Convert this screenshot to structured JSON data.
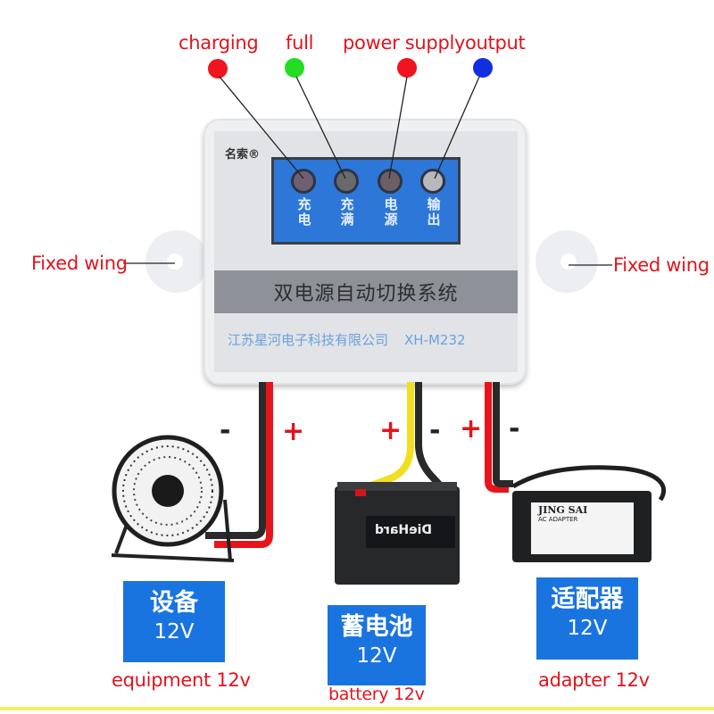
{
  "callouts": {
    "indicators": [
      {
        "label": "charging",
        "dot_color": "#f0141e"
      },
      {
        "label": "full",
        "dot_color": "#22dd22"
      },
      {
        "label": "power supply",
        "dot_color": "#f0141e"
      },
      {
        "label": "output",
        "dot_color": "#1030e0"
      }
    ],
    "wing_left": "Fixed wing",
    "wing_right": "Fixed wing"
  },
  "device": {
    "brand": "名索®",
    "led_labels": [
      "充电",
      "充满",
      "电源",
      "输出"
    ],
    "title": "双电源自动切换系统",
    "company": "江苏星河电子科技有限公司",
    "model": "XH-M232"
  },
  "terminals": {
    "equipment": {
      "left_sign": "-",
      "right_sign": "+"
    },
    "battery": {
      "left_sign": "+",
      "right_sign": "-"
    },
    "adapter": {
      "left_sign": "+",
      "right_sign": "-"
    }
  },
  "devices": {
    "battery_brand": "DieHard",
    "adapter_brand": "JING SAI",
    "adapter_type": "AC ADAPTER"
  },
  "labels": [
    {
      "cn": "设备",
      "voltage": "12V",
      "en": "equipment 12v"
    },
    {
      "cn": "蓄电池",
      "voltage": "12V",
      "en": "battery 12v"
    },
    {
      "cn": "适配器",
      "voltage": "12V",
      "en": "adapter 12v"
    }
  ],
  "colors": {
    "label_red": "#e0141e",
    "box_blue": "#1a74e0",
    "panel_blue": "#2d77d8"
  }
}
